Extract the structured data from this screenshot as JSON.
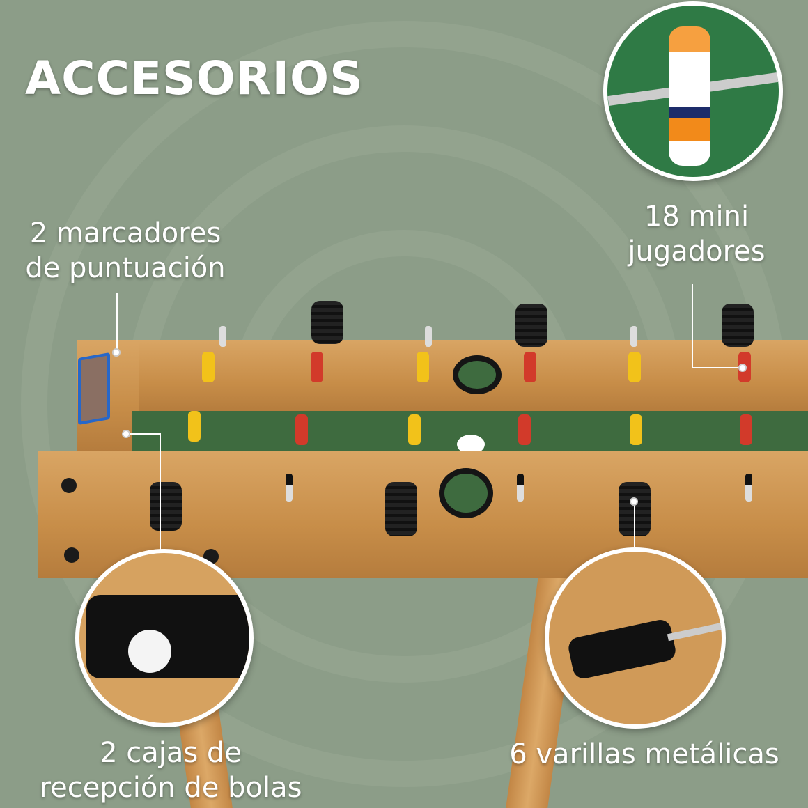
{
  "title": "ACCESORIOS",
  "labels": {
    "scoreboards": [
      "2 marcadores",
      "de puntuación"
    ],
    "players": [
      "18 mini",
      "jugadores"
    ],
    "ball_boxes": [
      "2 cajas de",
      "recepción de bolas"
    ],
    "rods": "6 varillas metálicas"
  },
  "colors": {
    "background": "#8c9d88",
    "wood": "#d9a564",
    "field": "#3e6b3f",
    "team_a": "#f2c21a",
    "team_b": "#d23a2a"
  }
}
